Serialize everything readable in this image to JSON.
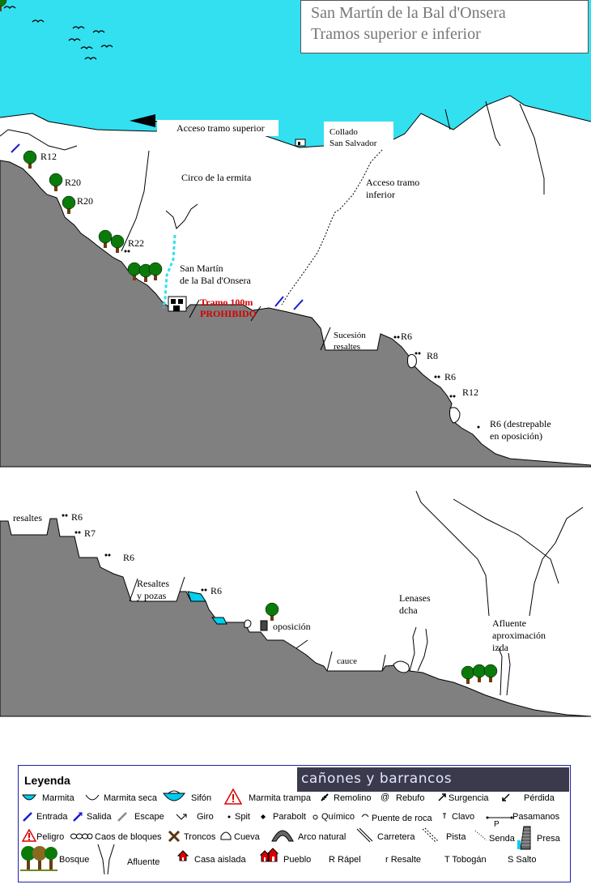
{
  "title": {
    "line1": "San Martín de la Bal d'Onsera",
    "line2": "Tramos superior e inferior"
  },
  "labels": {
    "acceso_superior": "Acceso tramo superior",
    "collado_1": "Collado",
    "collado_2": "San Salvador",
    "r12": "R12",
    "r20a": "R20",
    "r20b": "R20",
    "circo": "Circo de la ermita",
    "acceso_inferior_1": "Acceso tramo",
    "acceso_inferior_2": "inferior",
    "r22": "R22",
    "ermita_1": "San Martín",
    "ermita_2": "de la Bal d'Onsera",
    "prohibido_1": "Tramo 100m",
    "prohibido_2": "PROHIBIDO",
    "sucesion_1": "Sucesión",
    "sucesion_2": "resaltes",
    "r6a": "R6",
    "r8": "R8",
    "r6b": "R6",
    "r12b": "R12",
    "r6c_1": "R6 (destrepable",
    "r6c_2": "en oposición)",
    "resaltes": "resaltes",
    "r6d": "R6",
    "r7": "R7",
    "r6e": "R6",
    "resaltes_pozas_1": "Resaltes",
    "resaltes_pozas_2": "y pozas",
    "r6f": "R6",
    "oposicion": "oposición",
    "lenases_1": "Lenases",
    "lenases_2": "dcha",
    "cauce": "cauce",
    "afluente_1": "Afluente",
    "afluente_2": "aproximación",
    "afluente_3": "izda"
  },
  "legend": {
    "title": "Leyenda",
    "brand": "cañones y barrancos",
    "items": {
      "marmita": "Marmita",
      "marmita_seca": "Marmita seca",
      "sifon": "Sifón",
      "marmita_trampa": "Marmita trampa",
      "remolino": "Remolino",
      "rebufo": "Rebufo",
      "surgencia": "Surgencia",
      "perdida": "Pérdida",
      "entrada": "Entrada",
      "salida": "Salida",
      "escape": "Escape",
      "giro": "Giro",
      "spit": "Spit",
      "parabolt": "Parabolt",
      "quimico": "Químico",
      "puente_roca": "Puente de roca",
      "clavo": "Clavo",
      "pasamanos": "Pasamanos",
      "peligro": "Peligro",
      "caos": "Caos de bloques",
      "troncos": "Troncos",
      "cueva": "Cueva",
      "arco": "Arco natural",
      "carretera": "Carretera",
      "pista": "Pista",
      "senda": "Senda",
      "presa": "Presa",
      "bosque": "Bosque",
      "afluente": "Afluente",
      "casa": "Casa aislada",
      "pueblo": "Pueblo",
      "rapel": "R Rápel",
      "resalte": "r Resalte",
      "tobogan": "T Tobogán",
      "salto": "S Salto"
    },
    "glyphs": {
      "rebufo": "@",
      "pasamanos_p": "P"
    }
  },
  "colors": {
    "sky": "#33e0f0",
    "rock": "#808080",
    "water": "#00ccee",
    "tree": "#0a7a0a",
    "trunk": "#6b3b10",
    "danger": "#dd0000",
    "entry": "#1a1ad0"
  }
}
